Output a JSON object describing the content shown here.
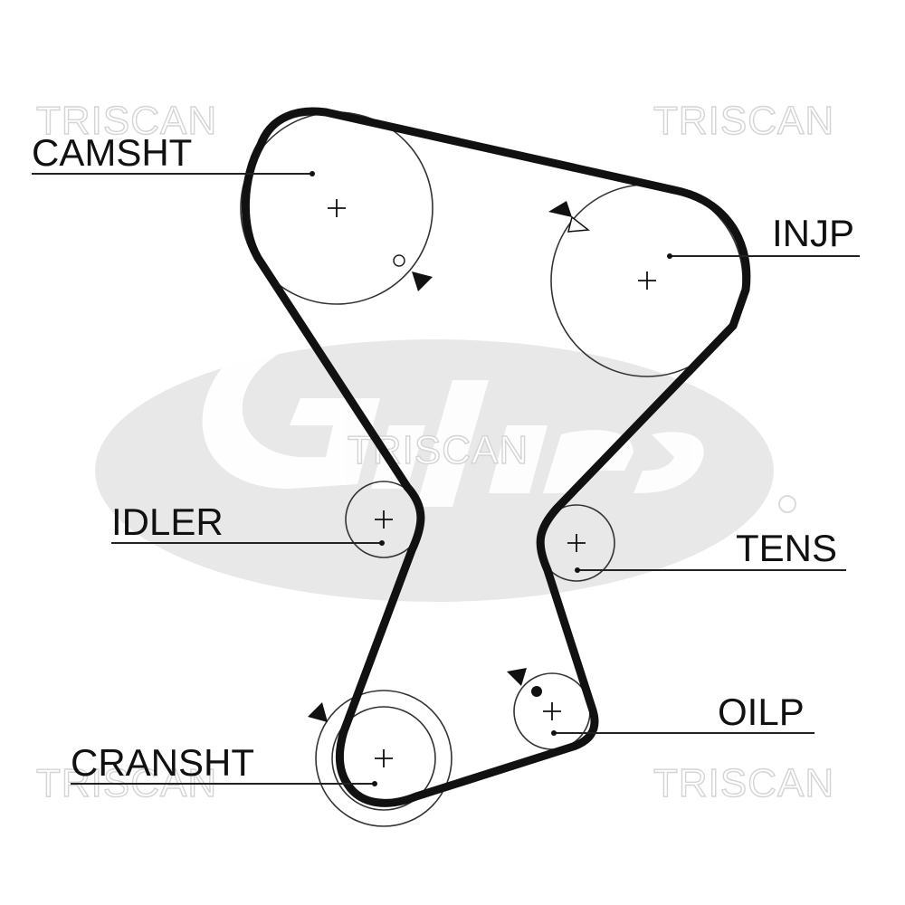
{
  "watermarks": {
    "top_left": "TRISCAN",
    "top_right": "TRISCAN",
    "center": "TRISCAN",
    "bottom_left": "TRISCAN",
    "bottom_right": "TRISCAN"
  },
  "background_logo": {
    "brand": "Gates",
    "color": "#e6e6e6"
  },
  "labels": {
    "camshaft": "CAMSHT",
    "injection_pump": "INJP",
    "idler": "IDLER",
    "tensioner": "TENS",
    "oil_pump": "OILP",
    "crankshaft": "CRANSHT"
  },
  "colors": {
    "belt": "#111111",
    "pulley_outline": "#333333",
    "text": "#111111"
  }
}
